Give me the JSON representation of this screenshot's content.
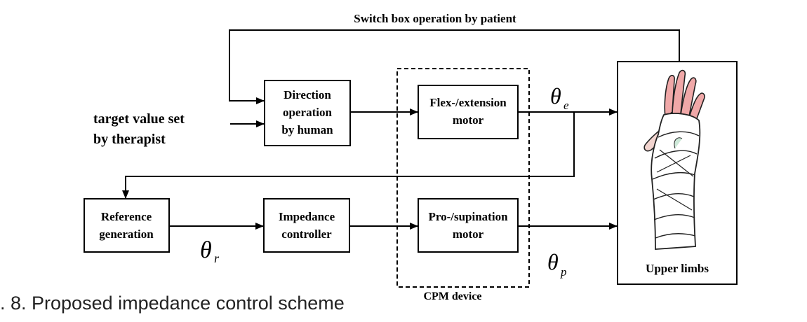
{
  "labels": {
    "feedback_title": "Switch box operation by patient",
    "target_line1": "target value set",
    "target_line2": "by therapist",
    "cpm_device": "CPM device"
  },
  "blocks": {
    "direction": [
      "Direction",
      "operation",
      "by human"
    ],
    "flex_motor": [
      "Flex-/extension",
      "motor"
    ],
    "reference": [
      "Reference",
      "generation"
    ],
    "impedance": [
      "Impedance",
      "controller"
    ],
    "pro_motor": [
      "Pro-/supination",
      "motor"
    ],
    "upper_limbs": "Upper limbs"
  },
  "symbols": {
    "theta": "θ",
    "e": "e",
    "r": "r",
    "p": "p"
  },
  "caption": ". 8. Proposed impedance control scheme"
}
